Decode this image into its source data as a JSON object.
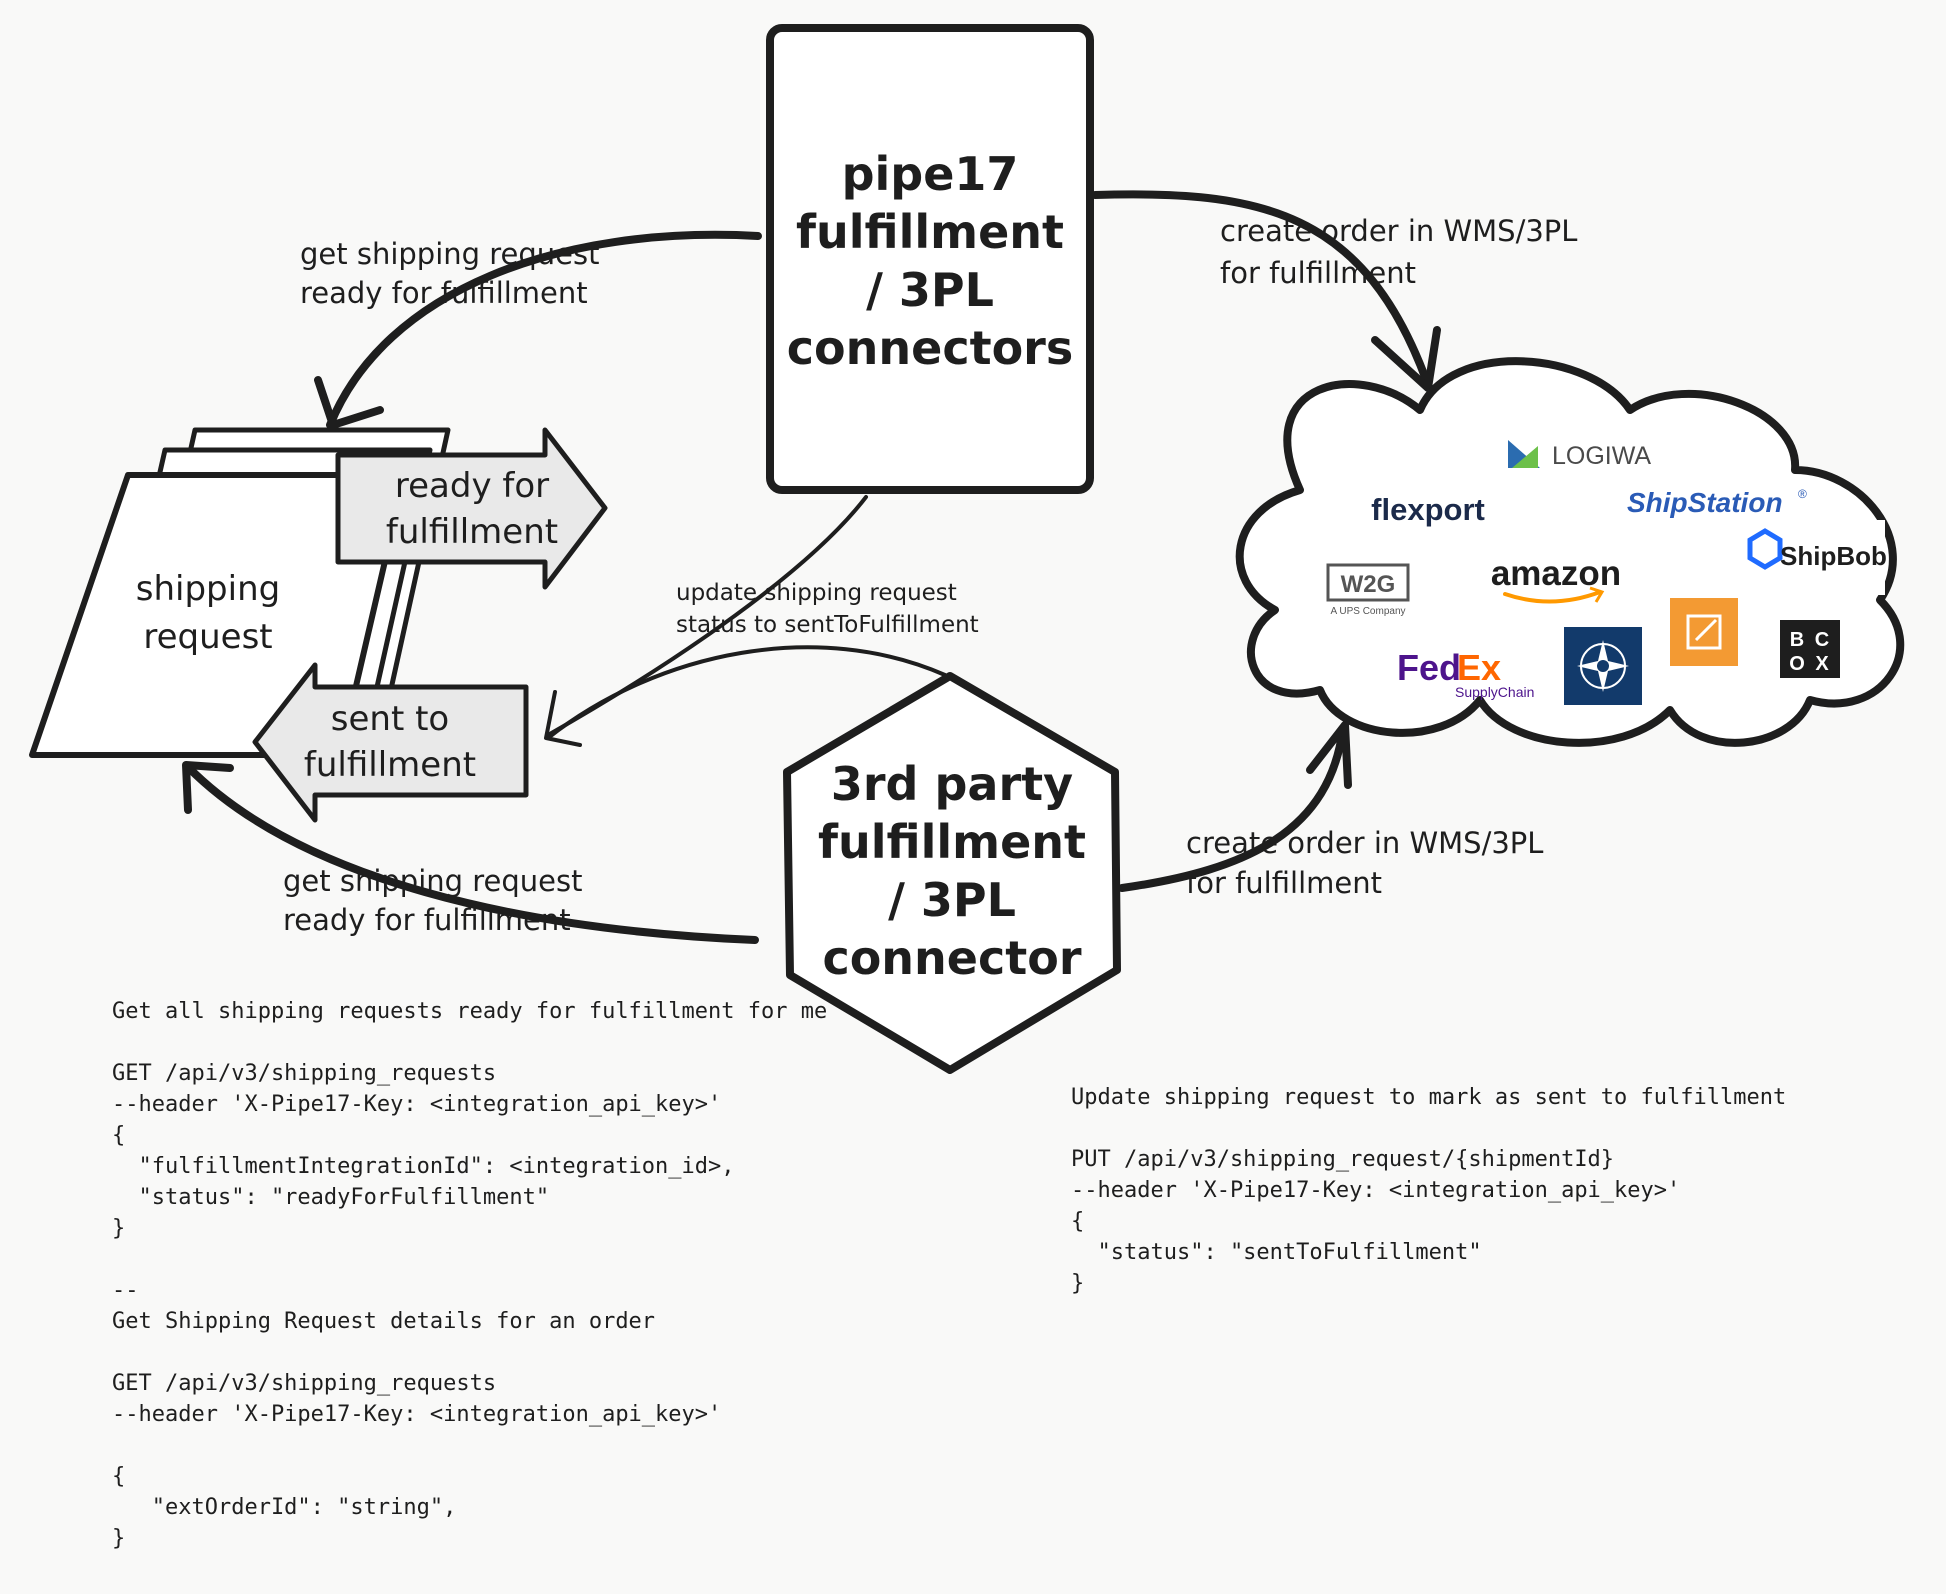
{
  "nodes": {
    "pipe17": {
      "lines": [
        "pipe17",
        "fulfillment",
        "/ 3PL",
        "connectors"
      ]
    },
    "third_party": {
      "lines": [
        "3rd party",
        "fulfillment",
        "/ 3PL",
        "connector"
      ]
    },
    "shipping_request": {
      "lines": [
        "shipping",
        "request"
      ]
    },
    "ready_tag": {
      "lines": [
        "ready for",
        "fulfillment"
      ]
    },
    "sent_tag": {
      "lines": [
        "sent to",
        "fulfillment"
      ]
    }
  },
  "edges": {
    "top_left": {
      "lines": [
        "get shipping request",
        "ready for fulfillment"
      ]
    },
    "top_right": {
      "lines": [
        "create order in WMS/3PL",
        "for fulfillment"
      ]
    },
    "middle": {
      "lines": [
        "update shipping request",
        "status to sentToFulfillment"
      ]
    },
    "bottom_left": {
      "lines": [
        "get shipping request",
        "ready for fulfillment"
      ]
    },
    "bottom_right": {
      "lines": [
        "create order in WMS/3PL",
        "for fulfillment"
      ]
    }
  },
  "cloud": {
    "logos": {
      "logiwa": "LOGIWA",
      "flexport": "flexport",
      "shipstation": "ShipStation",
      "shipstation_mark": "®",
      "shipbob": "ShipBob",
      "w2g": "W2G",
      "w2g_sub": "A UPS Company",
      "amazon": "amazon",
      "fedex_fed": "Fed",
      "fedex_ex": "Ex",
      "fedex_sub": "SupplyChain",
      "bcox": [
        "B",
        "C",
        "O",
        "X"
      ]
    },
    "colors": {
      "flexport": "#1b2a4a",
      "shipstation": "#2a5bb6",
      "shipbob": "#1f6bff",
      "fedex_purple": "#4d148c",
      "fedex_orange": "#ff6600",
      "amazon_orange": "#ff9900",
      "box_orange": "#f39a33",
      "navy": "#123a6b"
    }
  },
  "code": {
    "left": {
      "lines": [
        "Get all shipping requests ready for fulfillment for me",
        "",
        "GET /api/v3/shipping_requests",
        "--header 'X-Pipe17-Key: <integration_api_key>'",
        "{",
        "  \"fulfillmentIntegrationId\": <integration_id>,",
        "  \"status\": \"readyForFulfillment\"",
        "}",
        "",
        "--",
        "Get Shipping Request details for an order",
        "",
        "GET /api/v3/shipping_requests",
        "--header 'X-Pipe17-Key: <integration_api_key>'",
        "",
        "{",
        "   \"extOrderId\": \"string\",",
        "}"
      ]
    },
    "right": {
      "lines": [
        "Update shipping request to mark as sent to fulfillment",
        "",
        "PUT /api/v3/shipping_request/{shipmentId}",
        "--header 'X-Pipe17-Key: <integration_api_key>'",
        "{",
        "  \"status\": \"sentToFulfillment\"",
        "}"
      ]
    }
  }
}
